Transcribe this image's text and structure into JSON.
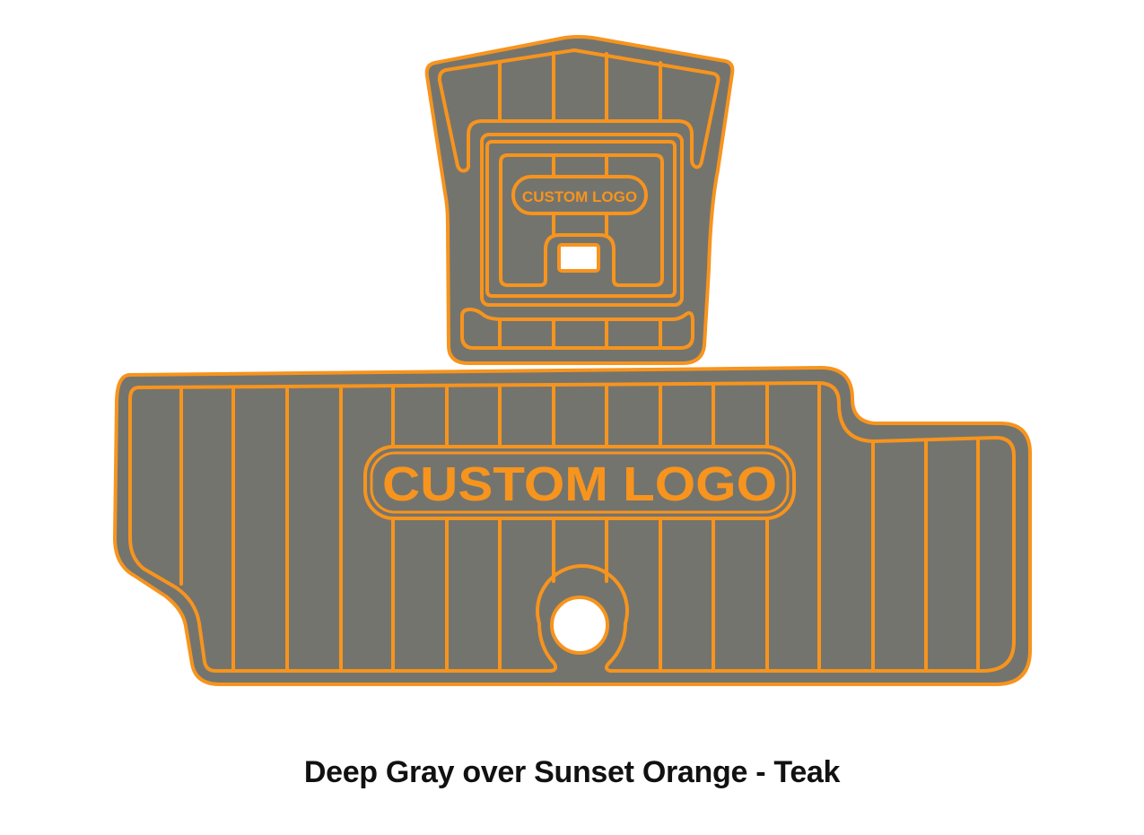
{
  "product": {
    "top_piece_logo": "CUSTOM LOGO",
    "main_piece_logo": "CUSTOM LOGO"
  },
  "caption": "Deep Gray over Sunset Orange - Teak",
  "colors": {
    "base": "#74746e",
    "accent": "#f7941d",
    "background": "#ffffff"
  }
}
